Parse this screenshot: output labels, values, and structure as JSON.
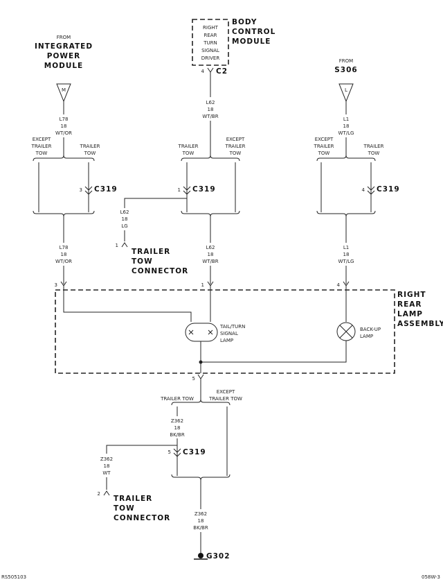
{
  "ipm": {
    "from": "FROM",
    "name": [
      "INTEGRATED",
      "POWER",
      "MODULE"
    ],
    "pin": "M"
  },
  "bcm": {
    "driver": [
      "RIGHT",
      "REAR",
      "TURN",
      "SIGNAL",
      "DRIVER"
    ],
    "name": [
      "BODY",
      "CONTROL",
      "MODULE"
    ],
    "pin": "4",
    "conn": "C2"
  },
  "s306": {
    "from": "FROM",
    "name": "S306",
    "pin": "L"
  },
  "wires": {
    "l78": [
      "L78",
      "18",
      "WT/OR"
    ],
    "l62": [
      "L62",
      "18",
      "WT/BR"
    ],
    "l1": [
      "L1",
      "18",
      "WT/LG"
    ],
    "l62lg": [
      "L62",
      "18",
      "LG"
    ],
    "z362bkbr": [
      "Z362",
      "18",
      "BK/BR"
    ],
    "z362wt": [
      "Z362",
      "18",
      "WT"
    ]
  },
  "except": [
    "EXCEPT",
    "TRAILER",
    "TOW"
  ],
  "trailer": [
    "TRAILER",
    "TOW"
  ],
  "c319": "C319",
  "pins": {
    "p1": "1",
    "p2": "2",
    "p3": "3",
    "p4": "4",
    "p5": "5"
  },
  "ttc": [
    "TRAILER",
    "TOW",
    "CONNECTOR"
  ],
  "lamp_assembly": [
    "RIGHT",
    "REAR",
    "LAMP",
    "ASSEMBLY"
  ],
  "tail_lamp": [
    "TAIL/TURN",
    "SIGNAL",
    "LAMP"
  ],
  "backup_lamp": [
    "BACK-UP",
    "LAMP"
  ],
  "trailer_tow_inline": "TRAILER TOW",
  "except_tow_inline": [
    "EXCEPT",
    "TRAILER TOW"
  ],
  "ground": "G302",
  "footer": {
    "left": "RS505103",
    "right": "058W-3"
  }
}
